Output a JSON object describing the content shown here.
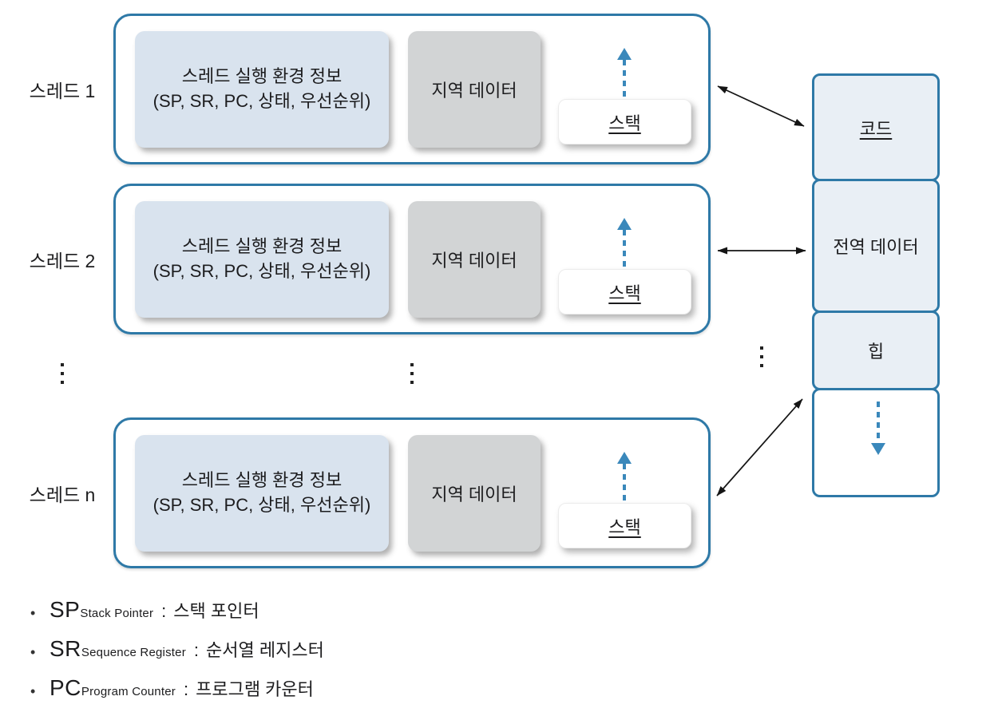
{
  "diagram": {
    "bullet_char": "•",
    "threads": [
      {
        "label": "스레드 1"
      },
      {
        "label": "스레드 2"
      },
      {
        "label": "스레드 n"
      }
    ],
    "thread_box": {
      "env_line1": "스레드 실행 환경 정보",
      "env_line2": "(SP, SR, PC, 상태, 우선순위)",
      "local_data": "지역 데이터",
      "stack": "스택"
    },
    "memory_segments": [
      {
        "label": "코드"
      },
      {
        "label": "전역 데이터"
      },
      {
        "label": "힙"
      },
      {
        "label": ""
      }
    ],
    "legend": [
      {
        "abbr": "SP",
        "sup": "Stack Pointer",
        "sep": ":",
        "meaning": "스택 포인터"
      },
      {
        "abbr": "SR",
        "sup": "Sequence Register",
        "sep": ":",
        "meaning": "순서열 레지스터"
      },
      {
        "abbr": "PC",
        "sup": "Program Counter",
        "sep": ":",
        "meaning": "프로그램 카운터"
      }
    ],
    "colors": {
      "box_border": "#2e79a7",
      "dashed_arrow": "#3a88bb",
      "env_fill": "#d9e3ee",
      "local_fill": "#d2d4d5",
      "memory_fill": "#e9eff5",
      "text": "#1c1c1e",
      "connector": "#141414"
    }
  }
}
